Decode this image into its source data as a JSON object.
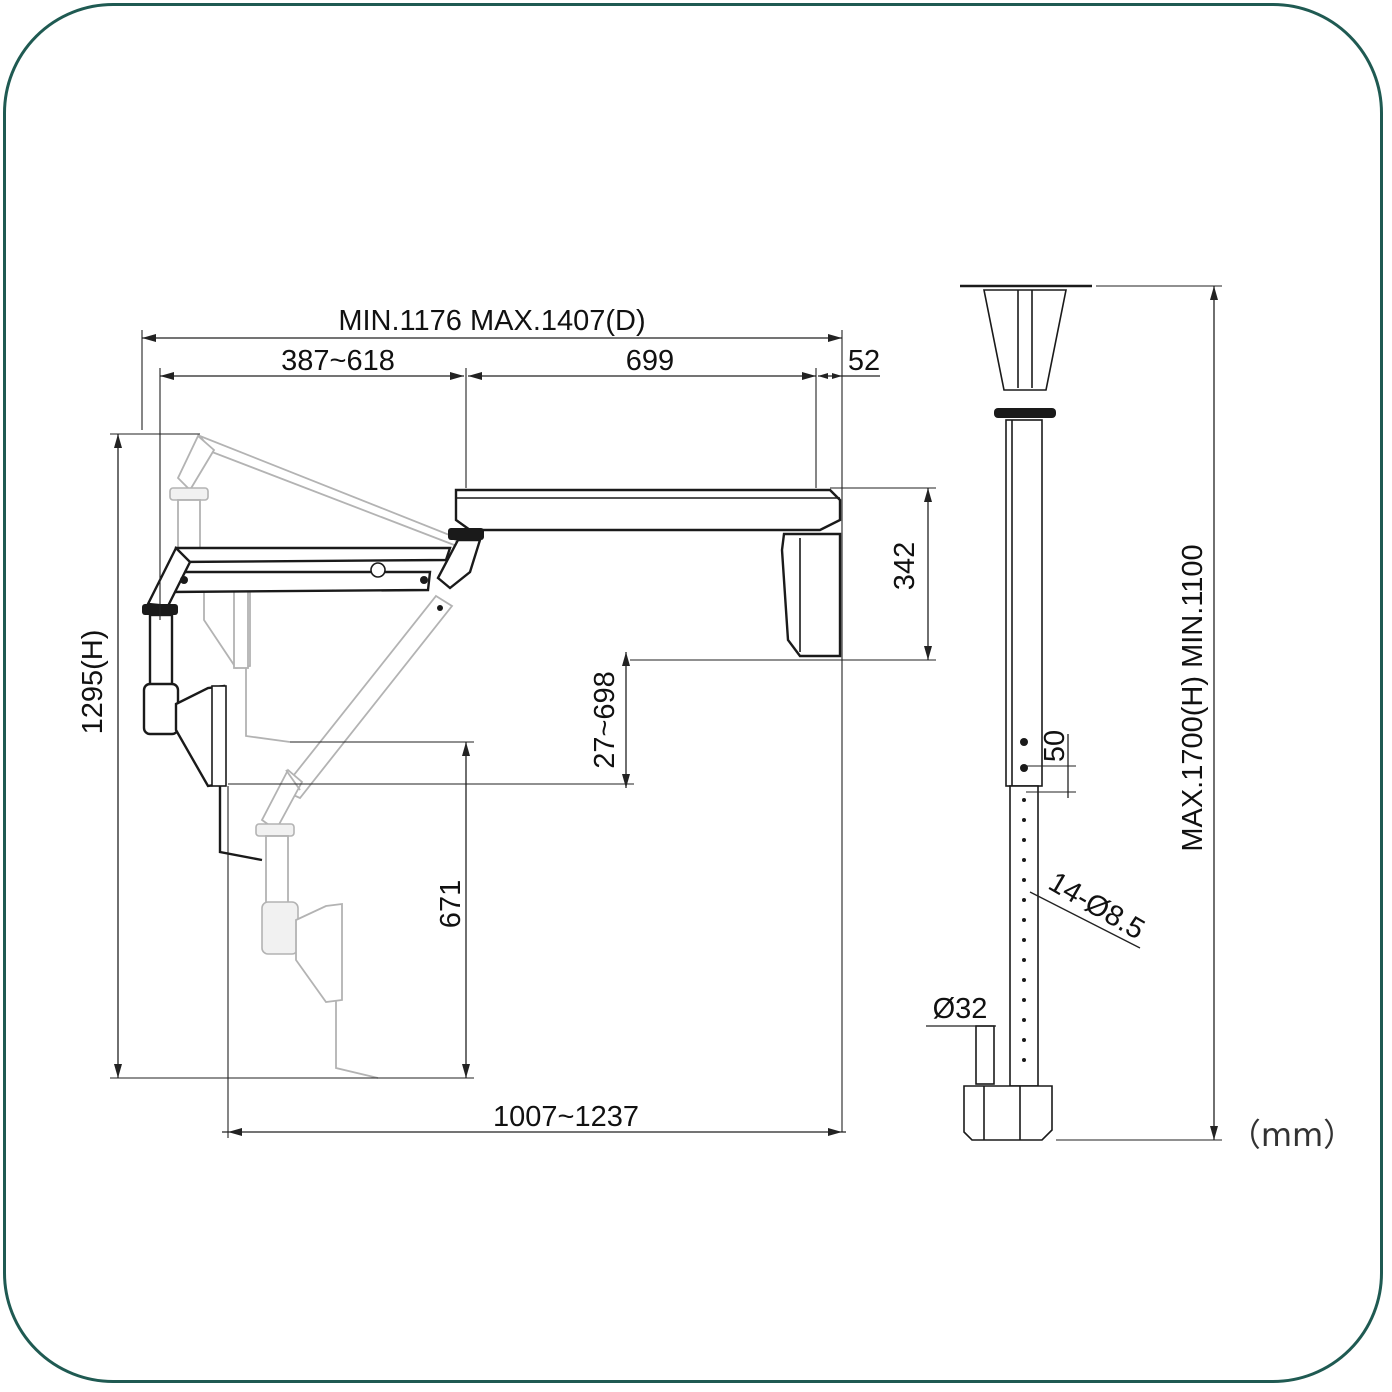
{
  "diagram": {
    "unit_label": "（mm）",
    "dimensions": {
      "overall_depth": "MIN.1176 MAX.1407(D)",
      "arm_reach_range": "387~618",
      "main_arm_length": "699",
      "end_offset": "52",
      "head_height": "342",
      "vertical_travel": "27~698",
      "lower_height": "671",
      "overall_height": "1295(H)",
      "bottom_span": "1007~1237",
      "pole_height": "MAX.1700(H) MIN.1100",
      "hole_pitch": "50",
      "hole_spec": "14-Ø8.5",
      "tube_diameter": "Ø32"
    }
  },
  "colors": {
    "frame_border": "#1f5a52",
    "line": "#1a1a1a",
    "ghost_line": "#b3b3b3"
  }
}
